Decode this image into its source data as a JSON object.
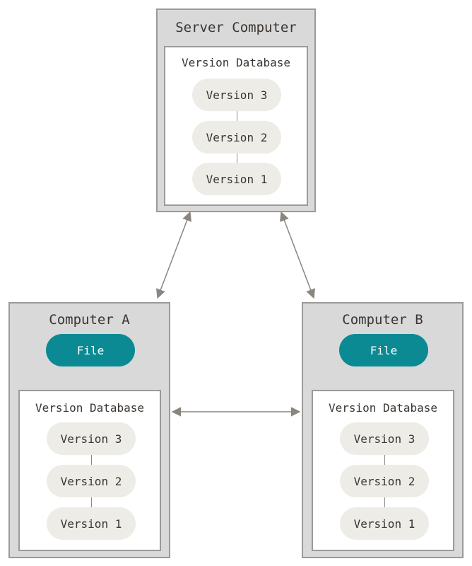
{
  "server": {
    "title": "Server Computer",
    "db_title": "Version Database",
    "versions": [
      "Version 3",
      "Version 2",
      "Version 1"
    ]
  },
  "computer_a": {
    "title": "Computer A",
    "file_label": "File",
    "db_title": "Version Database",
    "versions": [
      "Version 3",
      "Version 2",
      "Version 1"
    ]
  },
  "computer_b": {
    "title": "Computer B",
    "file_label": "File",
    "db_title": "Version Database",
    "versions": [
      "Version 3",
      "Version 2",
      "Version 1"
    ]
  },
  "colors": {
    "outer_box": "#d9d9d9",
    "border": "#9a9a9a",
    "version_pill": "#eeece7",
    "file_pill": "#0b8a94",
    "arrow": "#8a857f"
  }
}
